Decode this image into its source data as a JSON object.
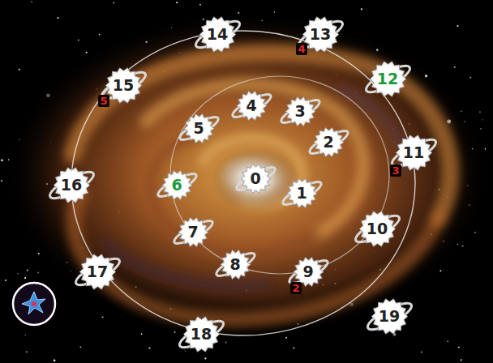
{
  "diagram": {
    "nodes": [
      {
        "text": [
          "0"
        ]
      },
      {
        "text": [
          "1"
        ]
      },
      {
        "text": [
          "2"
        ]
      },
      {
        "text": [
          "3"
        ]
      },
      {
        "text": [
          "4"
        ]
      },
      {
        "text": [
          "5"
        ]
      },
      {
        "text": [
          "6"
        ]
      },
      {
        "text": [
          "7"
        ]
      },
      {
        "text": [
          "8"
        ]
      },
      {
        "text": [
          "9"
        ]
      },
      {
        "text": [
          "10"
        ]
      },
      {
        "text": [
          "11"
        ]
      },
      {
        "text": [
          "12"
        ]
      },
      {
        "text": [
          "13"
        ]
      },
      {
        "text": [
          "14"
        ]
      },
      {
        "text": [
          "15"
        ]
      },
      {
        "text": [
          "16"
        ]
      },
      {
        "text": [
          "17"
        ]
      },
      {
        "text": [
          "18"
        ]
      },
      {
        "text": [
          "19"
        ]
      }
    ],
    "labels": [
      "4",
      "5",
      "3",
      "2"
    ]
  }
}
